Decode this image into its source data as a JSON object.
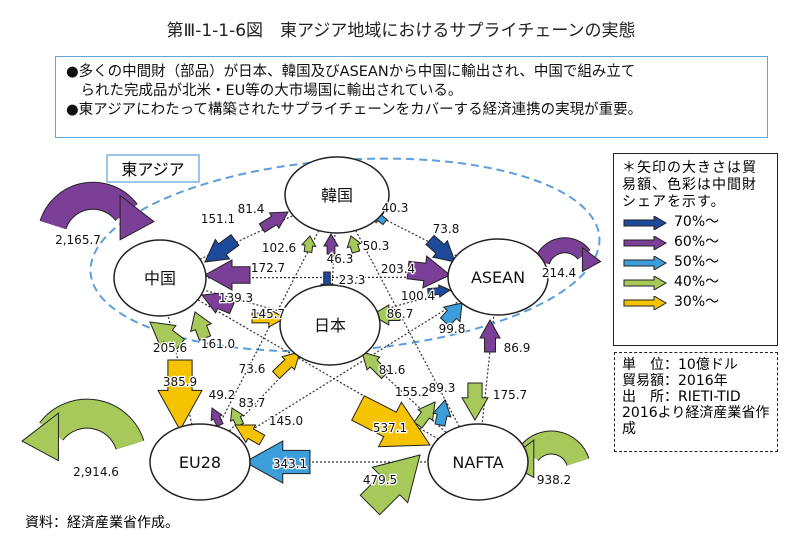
{
  "title": "第Ⅲ-1-1-6図　東アジア地域におけるサプライチェーンの実態",
  "info": [
    "●多くの中間財（部品）が日本、韓国及びASEANから中国に輸出され、中国で組み立て",
    "　られた完成品が北米・EU等の大市場国に輸出されている。",
    "●東アジアにわたって構築されたサプライチェーンをカバーする経済連携の実現が重要。"
  ],
  "region_label": "東アジア",
  "colors": {
    "c70": "#1d4a9b",
    "c60": "#7b3f98",
    "c50": "#3c9edb",
    "c40": "#a6c95a",
    "c30": "#f5c300"
  },
  "nodes": [
    {
      "id": "kor",
      "label": "韓国"
    },
    {
      "id": "chn",
      "label": "中国"
    },
    {
      "id": "jpn",
      "label": "日本"
    },
    {
      "id": "asean",
      "label": "ASEAN"
    },
    {
      "id": "eu",
      "label": "EU28"
    },
    {
      "id": "nafta",
      "label": "NAFTA"
    }
  ],
  "flows": [
    {
      "value": "2,165.7",
      "share": "c60"
    },
    {
      "value": "151.1",
      "share": "c70"
    },
    {
      "value": "81.4",
      "share": "c60"
    },
    {
      "value": "102.6",
      "share": "c40"
    },
    {
      "value": "46.3",
      "share": "c60"
    },
    {
      "value": "50.3",
      "share": "c40"
    },
    {
      "value": "40.3",
      "share": "c50"
    },
    {
      "value": "23.3",
      "share": "c70"
    },
    {
      "value": "172.7",
      "share": "c60"
    },
    {
      "value": "139.3",
      "share": "c60"
    },
    {
      "value": "145.7",
      "share": "c30"
    },
    {
      "value": "73.8",
      "share": "c70"
    },
    {
      "value": "203.4",
      "share": "c60"
    },
    {
      "value": "100.4",
      "share": "c70"
    },
    {
      "value": "99.8",
      "share": "c50"
    },
    {
      "value": "214.4",
      "share": "c60"
    },
    {
      "value": "86.7",
      "share": "c40"
    },
    {
      "value": "205.6",
      "share": "c40"
    },
    {
      "value": "161.0",
      "share": "c40"
    },
    {
      "value": "385.9",
      "share": "c30"
    },
    {
      "value": "86.9",
      "share": "c60"
    },
    {
      "value": "73.6",
      "share": "c30"
    },
    {
      "value": "81.6",
      "share": "c40"
    },
    {
      "value": "49.2",
      "share": "c60"
    },
    {
      "value": "83.7",
      "share": "c40"
    },
    {
      "value": "145.0",
      "share": "c30"
    },
    {
      "value": "155.2",
      "share": "c40"
    },
    {
      "value": "89.3",
      "share": "c50"
    },
    {
      "value": "175.7",
      "share": "c40"
    },
    {
      "value": "537.1",
      "share": "c30"
    },
    {
      "value": "343.1",
      "share": "c50"
    },
    {
      "value": "479.5",
      "share": "c40"
    },
    {
      "value": "2,914.6",
      "share": "c40"
    },
    {
      "value": "938.2",
      "share": "c40"
    }
  ],
  "legend": {
    "note": "＊矢印の大きさは貿易額、色彩は中間財シェアを示す。",
    "items": [
      {
        "label": "70%～",
        "share": "c70"
      },
      {
        "label": "60%～",
        "share": "c60"
      },
      {
        "label": "50%～",
        "share": "c50"
      },
      {
        "label": "40%～",
        "share": "c40"
      },
      {
        "label": "30%～",
        "share": "c30"
      }
    ]
  },
  "source_box": [
    "単　位：10億ドル",
    "貿易額：2016年",
    "出　所：RIETI-TID",
    "2016より経済産業省作成"
  ],
  "footer": "資料：経済産業省作成。"
}
